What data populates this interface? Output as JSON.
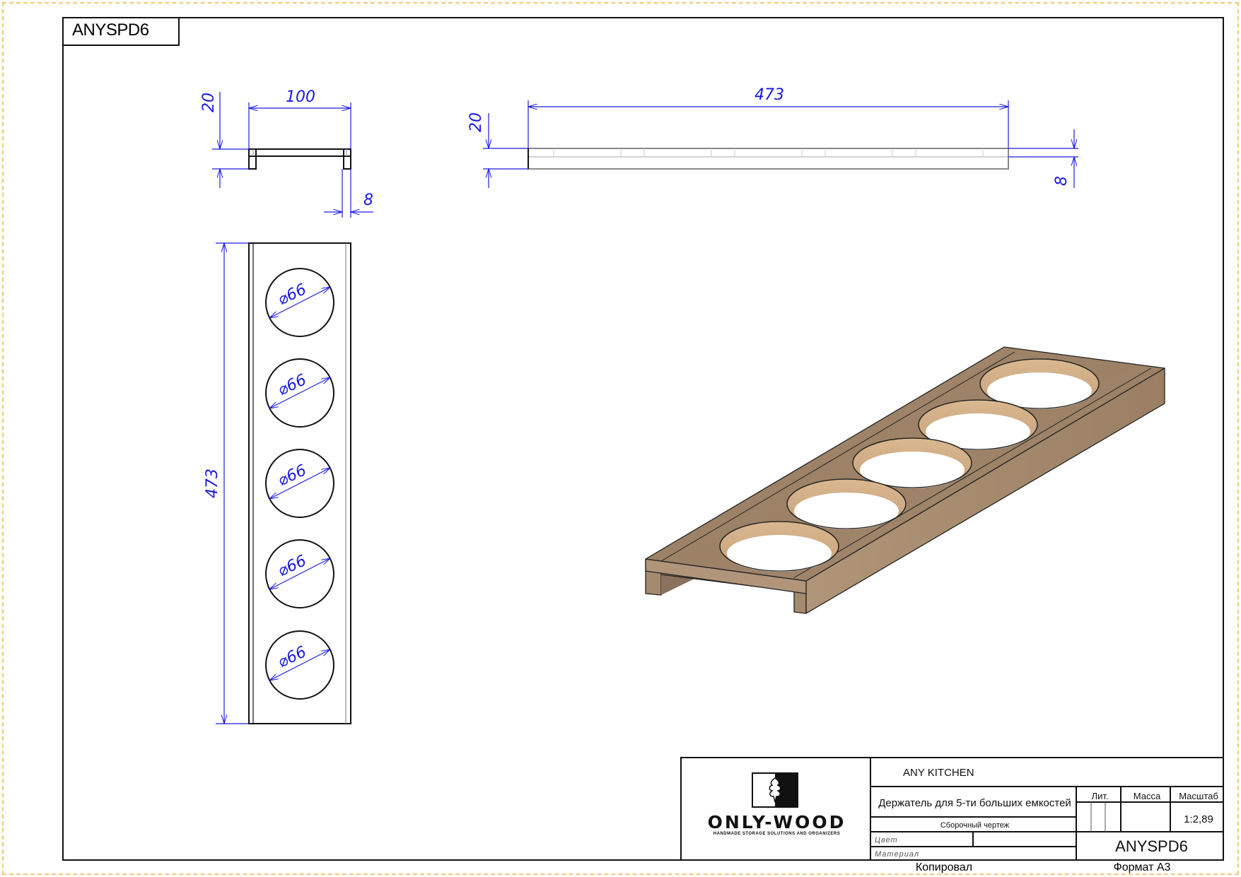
{
  "sheet": {
    "code_label": "ANYSPD6"
  },
  "front_view": {
    "height_dim": "20",
    "width_dim": "100",
    "thickness_dim": "8"
  },
  "top_view": {
    "height_dim": "20",
    "length_dim": "473",
    "thickness_dim": "8"
  },
  "plan_view": {
    "length_dim": "473",
    "holes": [
      "⌀66",
      "⌀66",
      "⌀66",
      "⌀66",
      "⌀66"
    ]
  },
  "title_block": {
    "logo_text": "ONLY-WOOD",
    "logo_tagline": "HANDMADE STORAGE SOLUTIONS AND ORGANIZERS",
    "company": "ANY KITCHEN",
    "product_name": "Держатель для 5-ти больших емкостей",
    "doc_type": "Сборочный чертеж",
    "lit_label": "Лит.",
    "mass_label": "Масса",
    "scale_label": "Масштаб",
    "scale_value": "1:2,89",
    "color_label": "Цвет",
    "material_label": "Материал",
    "designation": "ANYSPD6",
    "copied_by_label": "Копировал",
    "format_label": "Формат А3"
  },
  "colors": {
    "dimension": "#1a1ae0",
    "wood": "#a08468",
    "border": "#f0c878"
  }
}
